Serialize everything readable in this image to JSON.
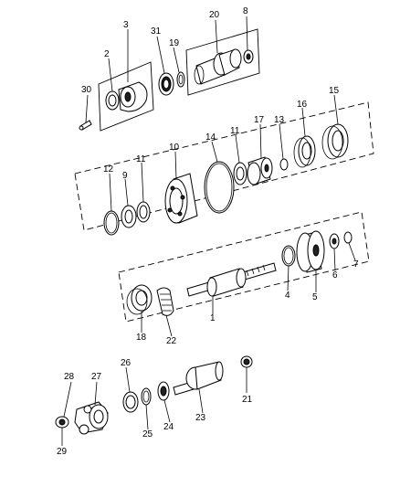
{
  "callouts": {
    "c1": "1",
    "c2": "2",
    "c3": "3",
    "c4": "4",
    "c5": "5",
    "c6": "6",
    "c7": "7",
    "c8": "8",
    "c9": "9",
    "c10": "10",
    "c11a": "11",
    "c11b": "11",
    "c12": "12",
    "c13": "13",
    "c14": "14",
    "c15": "15",
    "c16": "16",
    "c17": "17",
    "c18": "18",
    "c19": "19",
    "c20": "20",
    "c21": "21",
    "c22": "22",
    "c23": "23",
    "c24": "24",
    "c25": "25",
    "c26": "26",
    "c27": "27",
    "c28": "28",
    "c29": "29",
    "c30": "30",
    "c31": "31"
  }
}
